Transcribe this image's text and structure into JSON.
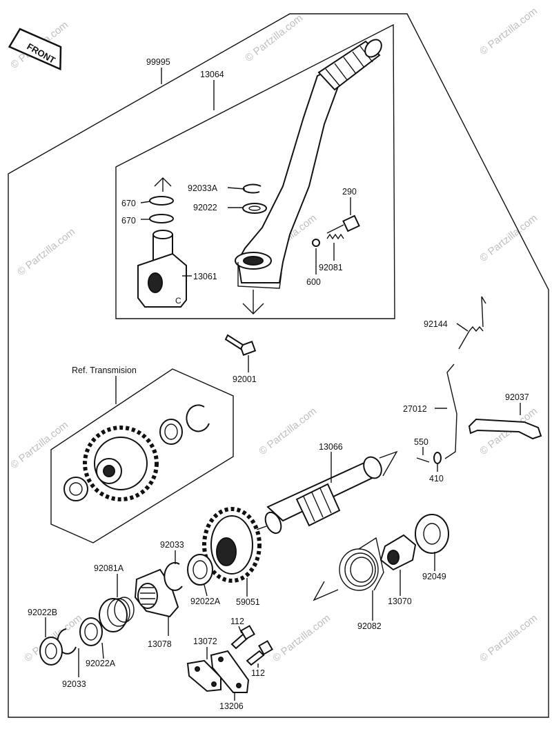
{
  "watermark_text": "© Partzilla.com",
  "front_label": "FRONT",
  "reference_label": "Ref. Transmision",
  "labels": {
    "99995": "99995",
    "13064": "13064",
    "670a": "670",
    "670b": "670",
    "92033A": "92033A",
    "92022": "92022",
    "290": "290",
    "13061": "13061",
    "92081": "92081",
    "600": "600",
    "92144": "92144",
    "92001": "92001",
    "27012": "27012",
    "92037": "92037",
    "550": "550",
    "410": "410",
    "13066": "13066",
    "92033a": "92033",
    "92081A": "92081A",
    "92022B": "92022B",
    "92022Aa": "92022A",
    "59051": "59051",
    "92049": "92049",
    "13070": "13070",
    "13078": "13078",
    "92082": "92082",
    "112a": "112",
    "13072": "13072",
    "92022Ab": "92022A",
    "112b": "112",
    "92033b": "92033",
    "13206": "13206"
  }
}
